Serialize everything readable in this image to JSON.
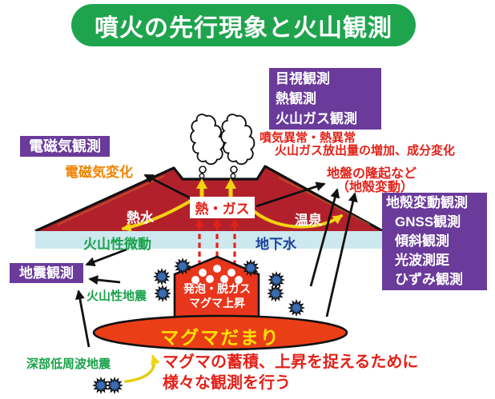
{
  "title": "噴火の先行現象と火山観測",
  "observation_boxes": {
    "visual": {
      "lines": [
        "目視観測",
        "熱観測",
        "火山ガス観測"
      ]
    },
    "electromagnetic": {
      "label": "電磁気観測"
    },
    "crustal": {
      "lines": [
        "地殻変動観測",
        "GNSS観測",
        "傾斜観測",
        "光波測距",
        "ひずみ観測"
      ]
    },
    "seismic": {
      "label": "地震観測"
    }
  },
  "precursors": {
    "em_change": "電磁気変化",
    "fumarole_heat_anomaly": "噴気異常・熱異常",
    "gas_emission_change": "火山ガス放出量の増加、成分変化",
    "ground_uplift": "地盤の隆起など",
    "ground_uplift_sub": "（地殻変動）",
    "hot_water": "熱水",
    "heat_gas": "熱・ガス",
    "hot_spring": "温泉",
    "volcanic_tremor": "火山性微動",
    "groundwater": "地下水",
    "volcanic_earthquake": "火山性地震",
    "deep_low_frequency_earthquake": "深部低周波地震",
    "vesiculation_degassing": "発泡・脱ガス",
    "magma_rise": "マグマ上昇",
    "magma_chamber": "マグマだまり"
  },
  "caption": {
    "line1": "マグマの蓄積、上昇を捉えるために",
    "line2": "様々な観測を行う"
  },
  "icons": {
    "steam_cloud": "steam-cloud-icon",
    "earthquake_burst": "earthquake-burst-icon"
  },
  "colors": {
    "title_green": "#1fa44e",
    "box_purple": "#6a3b9b",
    "volcano_red": "#b2212b",
    "magma_orange_red": "#e8391c",
    "groundwater_band_blue": "#cde8ef",
    "emphasis_red": "#e32119",
    "label_green": "#19a24a",
    "label_blue": "#1c3f9b",
    "label_orange": "#f08300",
    "magma_label_yellow": "#ffe103",
    "starburst_blue": "#3a6cb2",
    "flow_arrow_yellow": "#f3d411"
  }
}
